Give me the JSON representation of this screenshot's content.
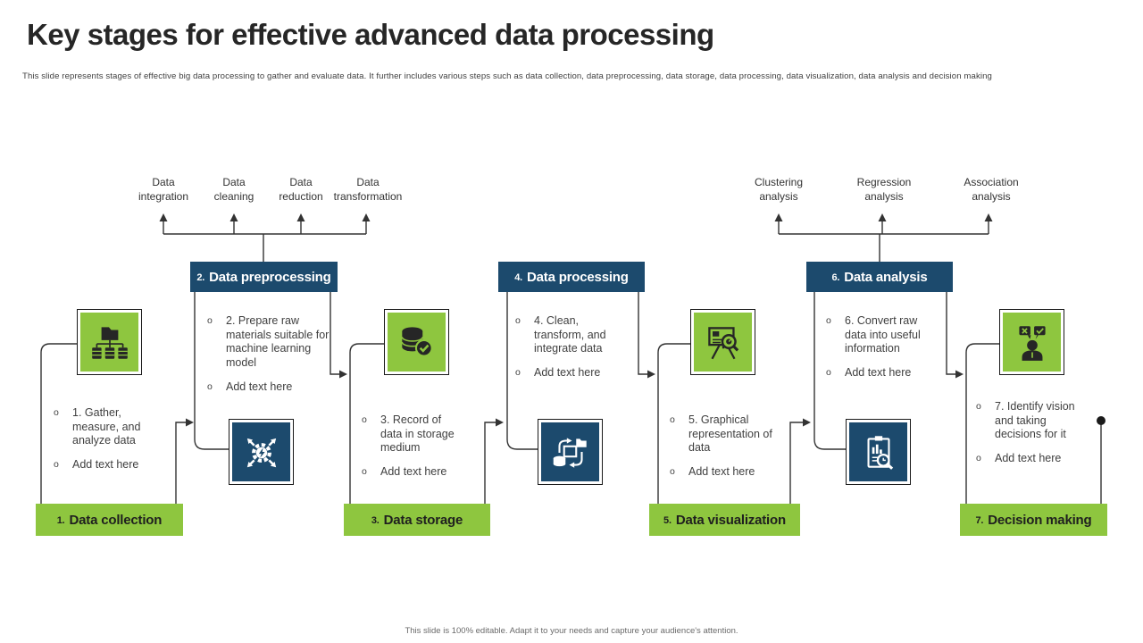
{
  "slide": {
    "title": "Key stages for effective advanced data processing",
    "subtitle": "This slide represents stages of effective big data processing to gather and evaluate data. It further includes various steps such as data collection, data preprocessing, data storage, data processing, data visualization, data analysis and decision making",
    "footer": "This slide is 100% editable. Adapt it to your needs and capture your audience's attention.",
    "bullet_marker": "o"
  },
  "colors": {
    "green": "#8ec63f",
    "navy": "#1c4a6d",
    "line": "#333333",
    "text": "#3f3f3f"
  },
  "branches": [
    {
      "owner": "Data preprocessing",
      "items": [
        {
          "l1": "Data",
          "l2": "integration"
        },
        {
          "l1": "Data",
          "l2": "cleaning"
        },
        {
          "l1": "Data",
          "l2": "reduction"
        },
        {
          "l1": "Data",
          "l2": "transformation"
        }
      ]
    },
    {
      "owner": "Data analysis",
      "items": [
        {
          "l1": "Clustering",
          "l2": "analysis"
        },
        {
          "l1": "Regression",
          "l2": "analysis"
        },
        {
          "l1": "Association",
          "l2": "analysis"
        }
      ]
    }
  ],
  "stages": [
    {
      "number": "1.",
      "name": "Data collection",
      "icon": "data-collection-icon",
      "bullets": [
        "1. Gather, measure, and analyze data",
        "Add text here"
      ]
    },
    {
      "number": "2.",
      "name": "Data preprocessing",
      "icon": "gear-arrows-icon",
      "bullets": [
        "2. Prepare raw materials suitable for machine learning model",
        "Add text here"
      ]
    },
    {
      "number": "3.",
      "name": "Data storage",
      "icon": "database-check-icon",
      "bullets": [
        "3. Record of data in storage medium",
        "Add text here"
      ]
    },
    {
      "number": "4.",
      "name": "Data processing",
      "icon": "data-sync-icon",
      "bullets": [
        "4. Clean, transform, and integrate data",
        "Add text here"
      ]
    },
    {
      "number": "5.",
      "name": "Data visualization",
      "icon": "presentation-chart-icon",
      "bullets": [
        "5. Graphical representation of data",
        "Add text here"
      ]
    },
    {
      "number": "6.",
      "name": "Data analysis",
      "icon": "report-magnifier-icon",
      "bullets": [
        "6. Convert raw data into useful information",
        "Add text here"
      ]
    },
    {
      "number": "7.",
      "name": "Decision making",
      "icon": "decision-person-icon",
      "bullets": [
        "7. Identify vision and taking decisions for it",
        "Add text here"
      ]
    }
  ]
}
